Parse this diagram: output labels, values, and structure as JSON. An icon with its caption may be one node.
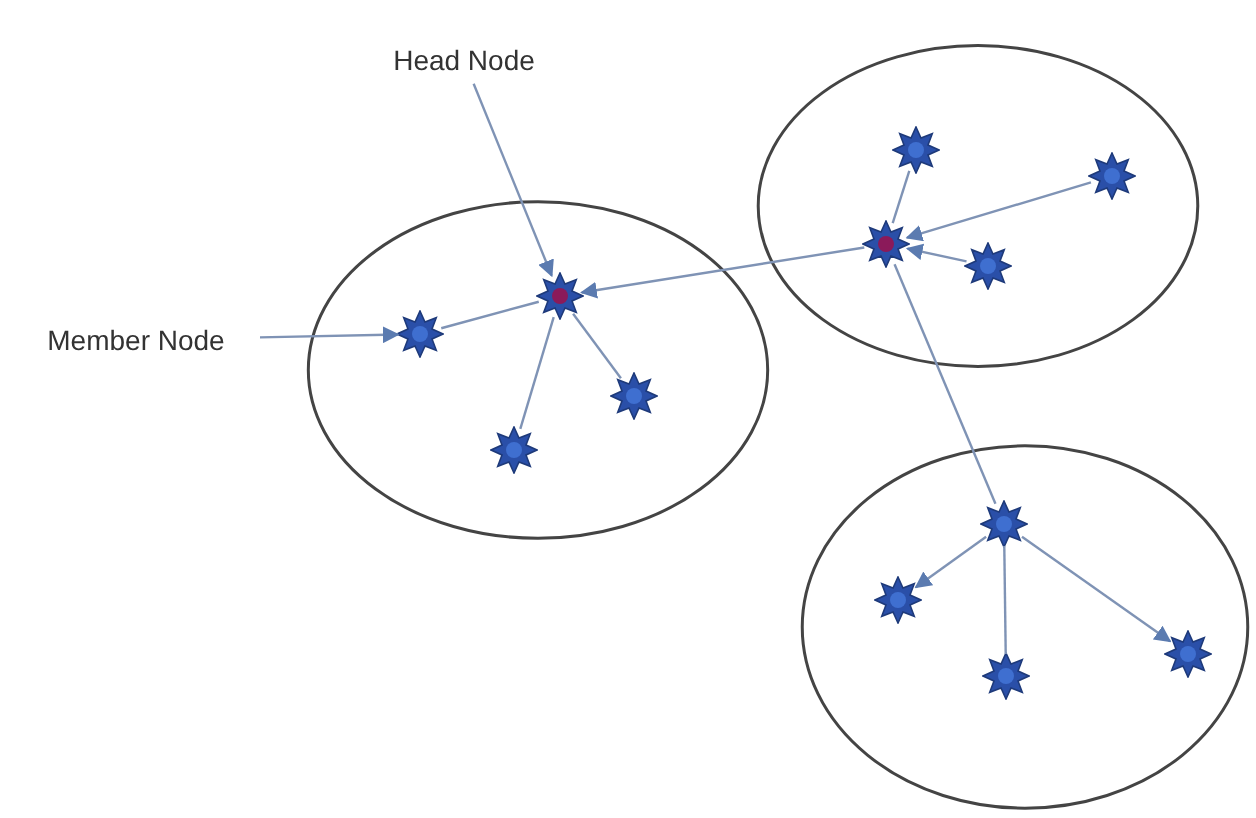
{
  "diagram": {
    "nodes": [
      {
        "text": [
          "Head Node"
        ]
      },
      {
        "text": [
          "Member Node"
        ]
      },
      {
        "text": [],
        "shape": "ellipse"
      },
      {
        "text": [],
        "shape": "ellipse"
      },
      {
        "text": [],
        "shape": "ellipse"
      },
      {
        "text": [],
        "shape": "star",
        "in": 2
      },
      {
        "text": [],
        "shape": "star",
        "in": 2
      },
      {
        "text": [],
        "shape": "star",
        "in": 2
      },
      {
        "text": [],
        "shape": "star",
        "in": 2
      },
      {
        "text": [],
        "shape": "star",
        "in": 3
      },
      {
        "text": [],
        "shape": "star",
        "in": 3
      },
      {
        "text": [],
        "shape": "star",
        "in": 3
      },
      {
        "text": [],
        "shape": "star",
        "in": 3
      },
      {
        "text": [],
        "shape": "star",
        "in": 4
      },
      {
        "text": [],
        "shape": "star",
        "in": 4
      },
      {
        "text": [],
        "shape": "star",
        "in": 4
      },
      {
        "text": [],
        "shape": "star",
        "in": 4
      }
    ],
    "edges": [
      {
        "from": 0,
        "to": 5,
        "arrow": "to"
      },
      {
        "from": 1,
        "to": 6,
        "arrow": "to"
      },
      {
        "from": 6,
        "to": 5,
        "arrow": "none"
      },
      {
        "from": 5,
        "to": 7,
        "arrow": "none"
      },
      {
        "from": 5,
        "to": 8,
        "arrow": "none"
      },
      {
        "from": 9,
        "to": 5,
        "arrow": "to"
      },
      {
        "from": 9,
        "to": 10,
        "arrow": "none"
      },
      {
        "from": 11,
        "to": 9,
        "arrow": "to"
      },
      {
        "from": 12,
        "to": 9,
        "arrow": "to"
      },
      {
        "from": 9,
        "to": 13,
        "arrow": "none"
      },
      {
        "from": 13,
        "to": 14,
        "arrow": "to"
      },
      {
        "from": 13,
        "to": 15,
        "arrow": "none"
      },
      {
        "from": 13,
        "to": 16,
        "arrow": "to"
      }
    ]
  }
}
